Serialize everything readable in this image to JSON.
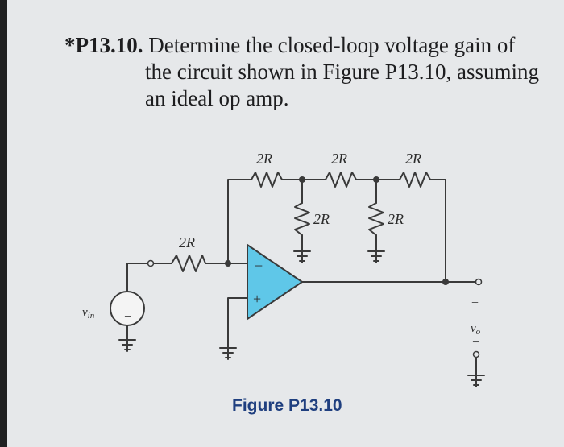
{
  "problem": {
    "number": "*P13.10.",
    "line1": "Determine the closed-loop voltage gain of",
    "line2": "the circuit shown in Figure P13.10, assuming",
    "line3": "an ideal op amp."
  },
  "circuit": {
    "resistor_label": "2R",
    "input_label": "v",
    "input_label_sub": "in",
    "output_label": "v",
    "output_label_sub": "o",
    "plus": "+",
    "minus": "−",
    "opamp_minus": "−",
    "opamp_plus": "+",
    "colors": {
      "wire": "#3a3a3a",
      "opamp_fill": "#5fc7e8",
      "source_fill": "#f4f4f4"
    }
  },
  "caption": "Figure P13.10"
}
